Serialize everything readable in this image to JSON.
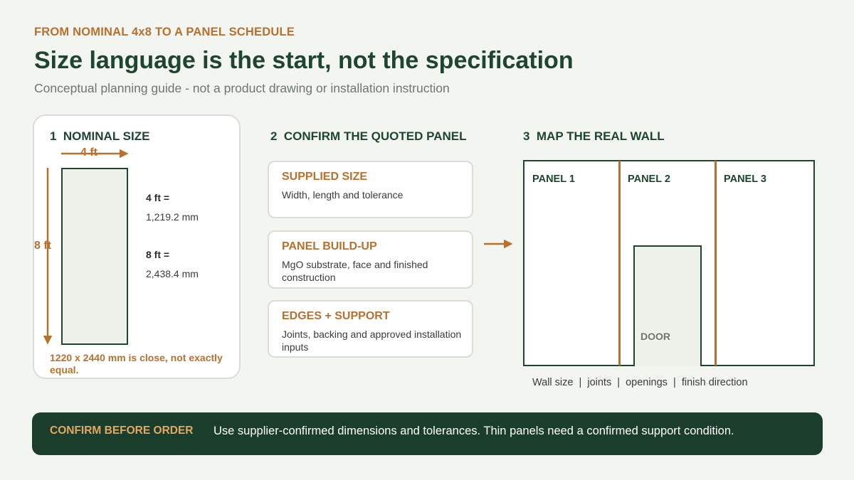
{
  "header": {
    "eyebrow": "FROM NOMINAL 4x8 TO A PANEL SCHEDULE",
    "title": "Size language is the start, not the specification",
    "subtitle": "Conceptual planning guide - not a product drawing or installation instruction"
  },
  "step1": {
    "heading": "1  NOMINAL SIZE",
    "width_label": "4 ft",
    "height_label": "8 ft",
    "conversions": [
      {
        "label": "4 ft =",
        "value": "1,219.2 mm"
      },
      {
        "label": "8 ft =",
        "value": "2,438.4 mm"
      }
    ],
    "note": "1220 x 2440 mm is close, not exactly equal."
  },
  "step2": {
    "heading": "2  CONFIRM THE QUOTED PANEL",
    "boxes": [
      {
        "title": "SUPPLIED SIZE",
        "body": "Width, length and tolerance"
      },
      {
        "title": "PANEL BUILD-UP",
        "body": "MgO substrate, face and finished construction"
      },
      {
        "title": "EDGES + SUPPORT",
        "body": "Joints, backing and approved installation inputs"
      }
    ]
  },
  "step3": {
    "heading": "3  MAP THE REAL WALL",
    "panels": [
      "PANEL 1",
      "PANEL 2",
      "PANEL 3"
    ],
    "door_label": "DOOR",
    "caption": "Wall size  |  joints  |  openings  |  finish direction"
  },
  "banner": {
    "label": "CONFIRM BEFORE ORDER",
    "text": "Use supplier-confirmed dimensions and tolerances. Thin panels need a confirmed support condition."
  },
  "colors": {
    "primary": "#1e4530",
    "accent": "#b8702e",
    "banner_bg": "#1b3d2b",
    "banner_label": "#e2a865",
    "background": "#f3f5f0"
  }
}
